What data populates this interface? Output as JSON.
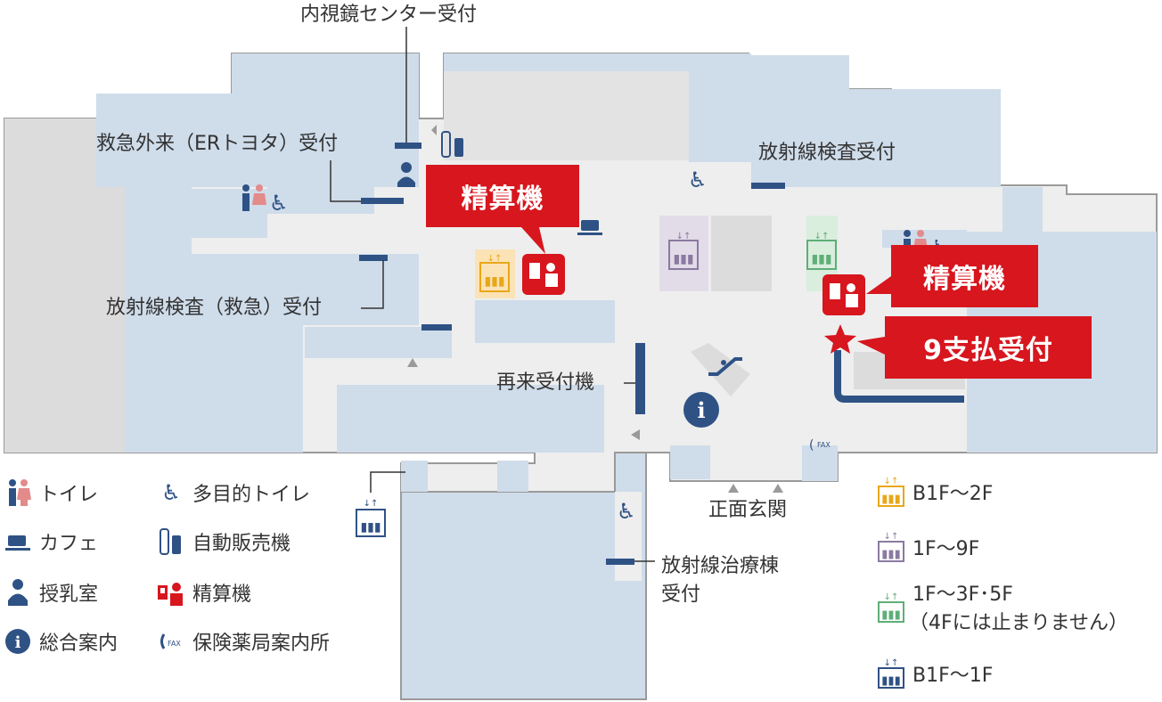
{
  "labels": {
    "endoscopy_reception": "内視鏡センター受付",
    "er_reception": "救急外来（ERトヨタ）受付",
    "radiology_reception": "放射線検査受付",
    "radiology_er_reception": "放射線検査（救急）受付",
    "revisit_machine": "再来受付機",
    "main_entrance": "正面玄関",
    "radiotherapy_line1": "放射線治療棟",
    "radiotherapy_line2": "受付"
  },
  "callouts": {
    "payment_machine_1": "精算機",
    "payment_machine_2": "精算機",
    "payment_reception": "9支払受付"
  },
  "legend": {
    "toilet": "トイレ",
    "multipurpose_toilet": "多目的トイレ",
    "cafe": "カフェ",
    "vending": "自動販売機",
    "nursing": "授乳室",
    "payment": "精算機",
    "info": "総合案内",
    "pharmacy_info": "保険薬局案内所",
    "fax": "FAX"
  },
  "elevators": {
    "yellow": "B1F〜2F",
    "purple": "1F〜9F",
    "green_line1": "1F〜3F･5F",
    "green_line2": "（4Fには止まりません）",
    "navy": "B1F〜1F"
  },
  "colors": {
    "room_fill": "#cfdcea",
    "corridor_fill": "#eeeeee",
    "navy": "#2f5285",
    "red": "#d7161e",
    "yellow": "#e8a719",
    "purple": "#8a7aa1",
    "green": "#5fae78"
  }
}
